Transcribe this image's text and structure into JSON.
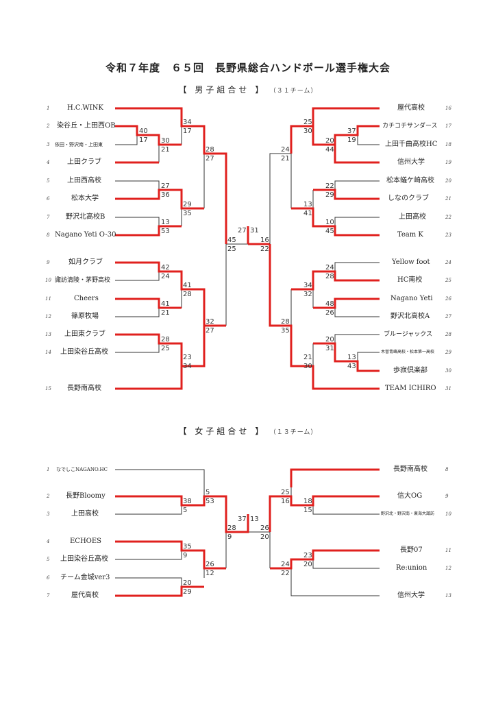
{
  "title": "令和７年度　６５回　長野県総合ハンドボール選手権大会",
  "men": {
    "heading": "【 男子組合せ 】",
    "count": "（３１チーム）",
    "left_teams": [
      {
        "seed": "1",
        "name": "H.C.WINK"
      },
      {
        "seed": "2",
        "name": "染谷丘・上田西OB"
      },
      {
        "seed": "3",
        "name": "依田・野沢南・上田東"
      },
      {
        "seed": "4",
        "name": "上田クラブ"
      },
      {
        "seed": "5",
        "name": "上田西高校"
      },
      {
        "seed": "6",
        "name": "松本大学"
      },
      {
        "seed": "7",
        "name": "野沢北高校B"
      },
      {
        "seed": "8",
        "name": "Nagano Yeti O-30"
      },
      {
        "seed": "9",
        "name": "如月クラブ"
      },
      {
        "seed": "10",
        "name": "諏訪清陵・茅野高校"
      },
      {
        "seed": "11",
        "name": "Cheers"
      },
      {
        "seed": "12",
        "name": "篠原牧場"
      },
      {
        "seed": "13",
        "name": "上田東クラブ"
      },
      {
        "seed": "14",
        "name": "上田染谷丘高校"
      },
      {
        "seed": "15",
        "name": "長野南高校"
      }
    ],
    "right_teams": [
      {
        "seed": "16",
        "name": "屋代高校"
      },
      {
        "seed": "17",
        "name": "カチコチサンダース"
      },
      {
        "seed": "18",
        "name": "上田千曲高校HC"
      },
      {
        "seed": "19",
        "name": "信州大学"
      },
      {
        "seed": "20",
        "name": "松本蟻ケ崎高校"
      },
      {
        "seed": "21",
        "name": "しなのクラブ"
      },
      {
        "seed": "22",
        "name": "上田高校"
      },
      {
        "seed": "23",
        "name": "Team K"
      },
      {
        "seed": "24",
        "name": "Yellow foot"
      },
      {
        "seed": "25",
        "name": "HC南校"
      },
      {
        "seed": "26",
        "name": "Nagano Yeti"
      },
      {
        "seed": "27",
        "name": "野沢北高校A"
      },
      {
        "seed": "28",
        "name": "ブルージャックス"
      },
      {
        "seed": "29",
        "name": "木曽青峰高校・松本第一高校"
      },
      {
        "seed": "30",
        "name": "歩寂倶楽部"
      },
      {
        "seed": "31",
        "name": "TEAM ICHIRO"
      }
    ],
    "scores": {
      "m2_3": [
        "40",
        "17"
      ],
      "m1_r2": [
        "34",
        "17"
      ],
      "m4_r2": [
        "30",
        "21"
      ],
      "m5_6": [
        "27",
        "36"
      ],
      "m7_8": [
        "13",
        "53"
      ],
      "mq2": [
        "29",
        "35"
      ],
      "mq1": [
        "28",
        "27"
      ],
      "m9_10": [
        "42",
        "24"
      ],
      "m11_12": [
        "41",
        "21"
      ],
      "mq3": [
        "41",
        "28"
      ],
      "m13_14": [
        "28",
        "25"
      ],
      "m15": [
        "23",
        "34"
      ],
      "mq4": [
        "32",
        "27"
      ],
      "msemi_l": [
        "45",
        "25"
      ],
      "final": [
        "27",
        "31"
      ],
      "msemi_r": [
        "16",
        "22"
      ],
      "m17_18": [
        "37",
        "19"
      ],
      "m16_r2": [
        "25",
        "30"
      ],
      "m19_r2": [
        "20",
        "44"
      ],
      "m20_21": [
        "22",
        "29"
      ],
      "m22_23": [
        "10",
        "45"
      ],
      "mq6": [
        "13",
        "41"
      ],
      "mq5": [
        "24",
        "21"
      ],
      "m24_25": [
        "24",
        "28"
      ],
      "m26_27": [
        "48",
        "26"
      ],
      "mq7": [
        "34",
        "32"
      ],
      "m29_30": [
        "13",
        "43"
      ],
      "m28_r2": [
        "20",
        "31"
      ],
      "mq8": [
        "21",
        "30"
      ],
      "mq78": [
        "28",
        "35"
      ]
    }
  },
  "women": {
    "heading": "【 女子組合せ 】",
    "count": "（１３チーム）",
    "left_teams": [
      {
        "seed": "1",
        "name": "なでしこNAGANO.HC"
      },
      {
        "seed": "2",
        "name": "長野Bloomy"
      },
      {
        "seed": "3",
        "name": "上田高校"
      },
      {
        "seed": "4",
        "name": "ECHOES"
      },
      {
        "seed": "5",
        "name": "上田染谷丘高校"
      },
      {
        "seed": "6",
        "name": "チーム金城ver3"
      },
      {
        "seed": "7",
        "name": "屋代高校"
      }
    ],
    "right_teams": [
      {
        "seed": "8",
        "name": "長野南高校"
      },
      {
        "seed": "9",
        "name": "信大OG"
      },
      {
        "seed": "10",
        "name": "野沢北・野沢南・東海大諏訪"
      },
      {
        "seed": "11",
        "name": "長野07"
      },
      {
        "seed": "12",
        "name": "Re:union"
      },
      {
        "seed": "13",
        "name": "信州大学"
      }
    ],
    "scores": {
      "w2_3": [
        "38",
        "5"
      ],
      "w1_r2": [
        "5",
        "53"
      ],
      "w4_5": [
        "35",
        "9"
      ],
      "w6_7": [
        "20",
        "29"
      ],
      "wq2": [
        "26",
        "12"
      ],
      "wsemi_l": [
        "28",
        "9"
      ],
      "final": [
        "37",
        "13"
      ],
      "wsemi_r": [
        "26",
        "20"
      ],
      "w9_10": [
        "18",
        "15"
      ],
      "w8_r2": [
        "25",
        "16"
      ],
      "w11_12": [
        "23",
        "20"
      ],
      "wq_r2": [
        "24",
        "22"
      ]
    }
  }
}
